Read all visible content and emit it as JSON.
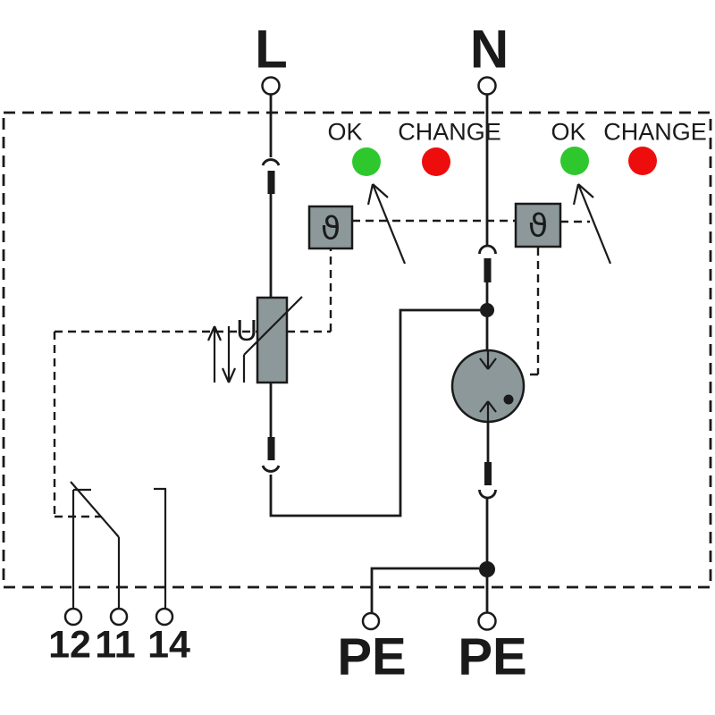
{
  "terminals": {
    "line": "L",
    "neutral": "N",
    "pe_left": "PE",
    "pe_right": "PE",
    "remote_12": "12",
    "remote_11": "11",
    "remote_14": "14"
  },
  "indicators": {
    "left": {
      "ok": "OK",
      "change": "CHANGE"
    },
    "right": {
      "ok": "OK",
      "change": "CHANGE"
    }
  },
  "symbols": {
    "thermal_left": "ϑ",
    "thermal_right": "ϑ",
    "voltage": "U"
  },
  "colors": {
    "led_ok": "#2ec82e",
    "led_change": "#ee0d0d",
    "component_fill": "#8c9899",
    "wire": "#1a1a1a",
    "background": "#ffffff"
  }
}
